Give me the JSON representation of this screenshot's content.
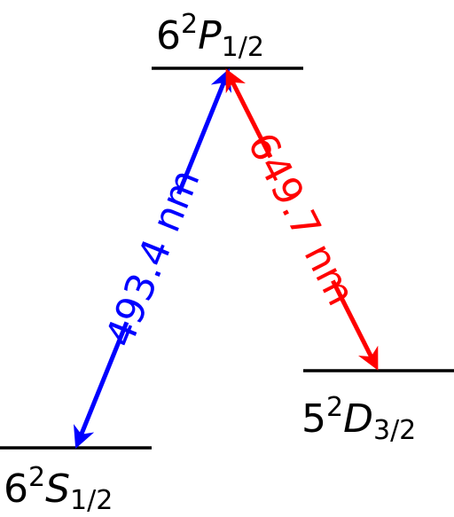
{
  "diagram": {
    "levels": {
      "p": {
        "prefix": "6",
        "sup": "2",
        "letter": "P",
        "sub": "1/2"
      },
      "s": {
        "prefix": "6",
        "sup": "2",
        "letter": "S",
        "sub": "1/2"
      },
      "d": {
        "prefix": "5",
        "sup": "2",
        "letter": "D",
        "sub": "3/2"
      }
    },
    "transitions": {
      "blue": {
        "label": "493.4 nm",
        "color": "#0000ff"
      },
      "red": {
        "label": "649.7 nm",
        "color": "#ff0000"
      }
    }
  }
}
